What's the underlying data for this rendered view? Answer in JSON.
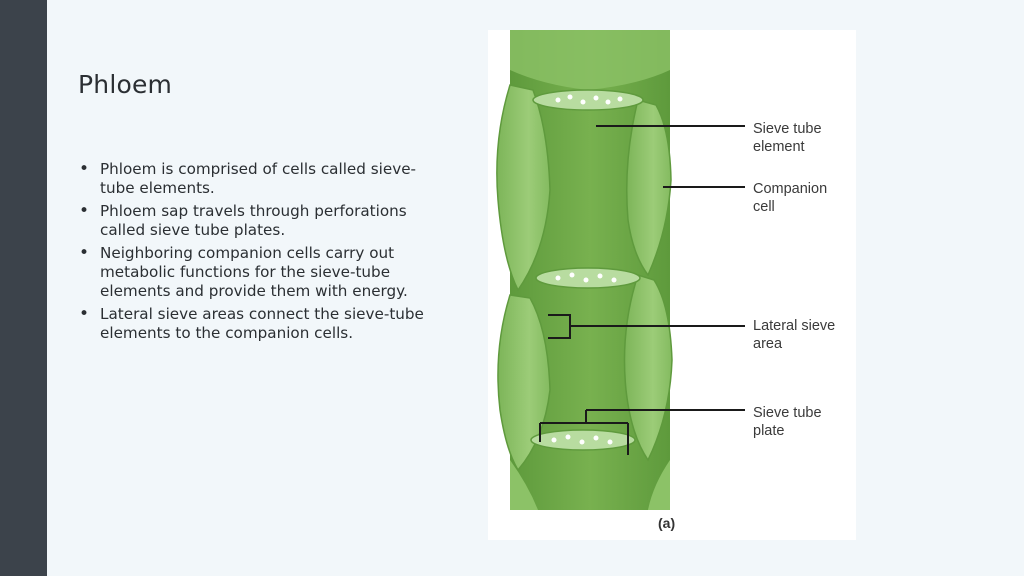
{
  "slide": {
    "title": "Phloem",
    "bullets": [
      "Phloem is comprised of cells called sieve-tube elements.",
      "Phloem sap travels through perforations called sieve tube plates.",
      "Neighboring companion cells carry out metabolic functions for the sieve-tube elements and provide them with energy.",
      "Lateral sieve areas connect the sieve-tube elements to the companion cells."
    ],
    "bullet_glyph": "•"
  },
  "figure": {
    "labels": {
      "sieve_tube_element": "Sieve tube\nelement",
      "companion_cell": "Companion\ncell",
      "lateral_sieve_area": "Lateral sieve\narea",
      "sieve_tube_plate": "Sieve tube\nplate"
    },
    "caption": "(a)"
  },
  "colors": {
    "sidebar": "#3c434b",
    "background": "#f2f7fa",
    "cell_green": "#6fa84a",
    "companion_green": "#8fc169"
  }
}
